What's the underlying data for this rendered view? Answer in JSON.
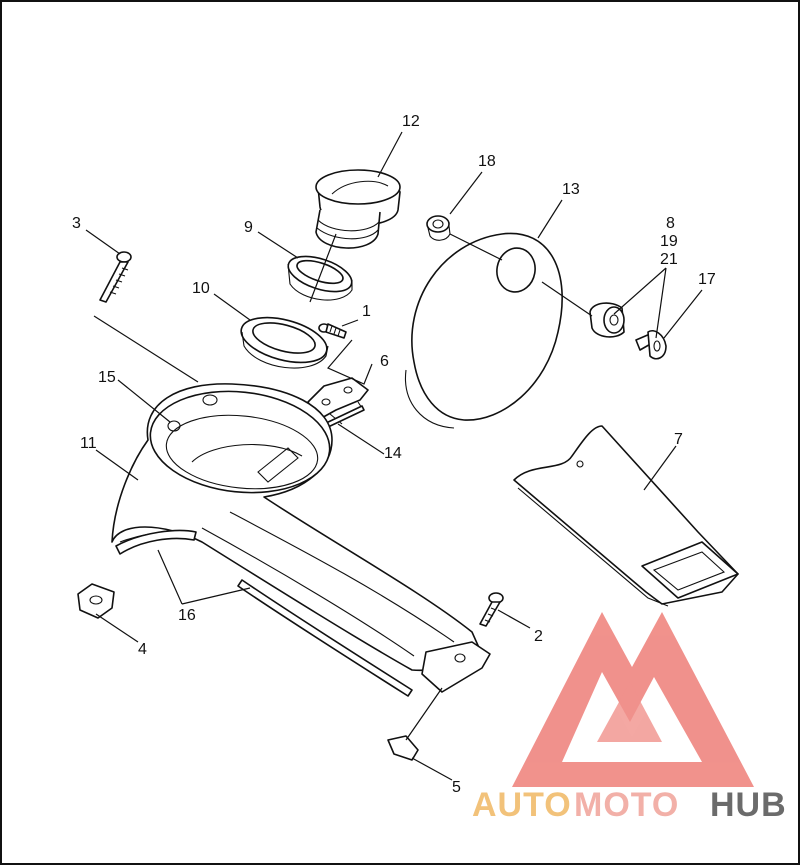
{
  "diagram": {
    "callouts": [
      "1",
      "2",
      "3",
      "4",
      "5",
      "6",
      "7",
      "8",
      "9",
      "10",
      "11",
      "12",
      "13",
      "14",
      "15",
      "16",
      "17",
      "18",
      "19",
      "21"
    ]
  },
  "logo": {
    "word_part1": "AUTO",
    "word_part2": "MOTO",
    "word_part3": "HUB",
    "color_part1": "#f2c27a",
    "color_part2": "#f2b0a8",
    "color_part3": "#6b6b6b",
    "emblem_color": "#f08c86"
  }
}
